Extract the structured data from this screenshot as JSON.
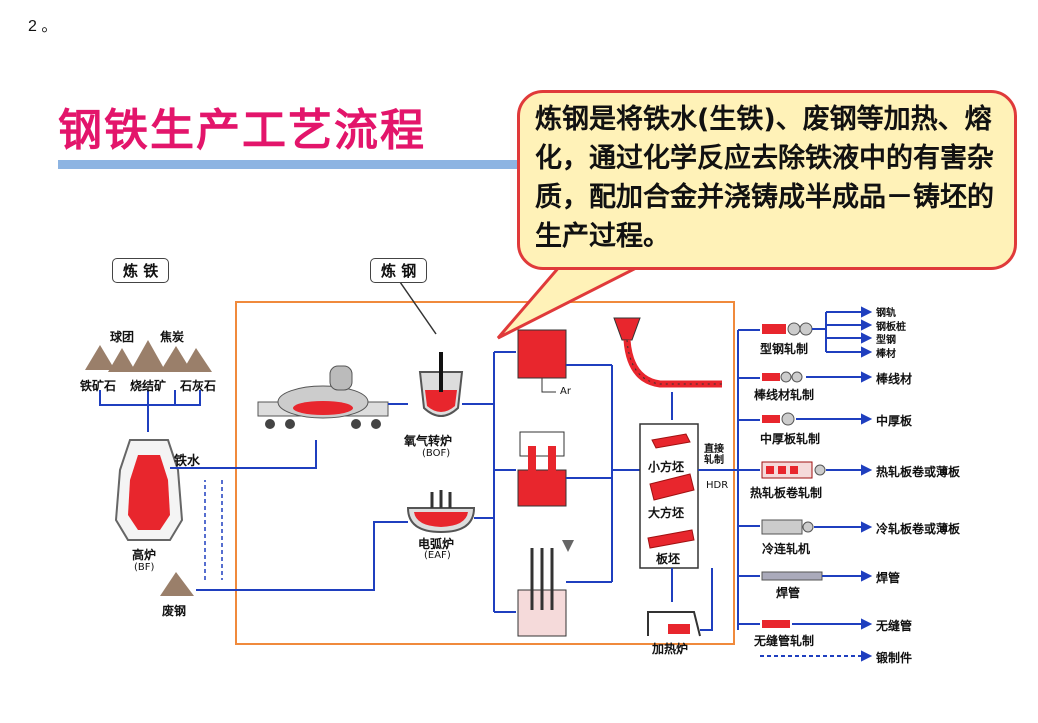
{
  "page_number": "2 。",
  "title": "钢铁生产工艺流程",
  "callout": "炼钢是将铁水(生铁)、废钢等加热、熔化，通过化学反应去除铁液中的有害杂质，配加合金并浇铸成半成品－铸坯的生产过程。",
  "colors": {
    "title": "#e3156b",
    "callout_bg": "#fff2b8",
    "callout_border": "#e03a3a",
    "flow_line": "#1f3fbf",
    "box_border": "#f08a3c",
    "molten": "#e8262d"
  },
  "stages": {
    "ironmaking": "炼 铁",
    "steelmaking": "炼 钢"
  },
  "ironmaking": {
    "pellet": "球团",
    "coke": "焦炭",
    "iron_ore": "铁矿石",
    "sinter": "烧结矿",
    "limestone": "石灰石",
    "blast_furnace": "高炉",
    "blast_furnace_en": "(BF)",
    "hot_metal": "铁水",
    "scrap": "废钢"
  },
  "steelmaking": {
    "bof": "氧气转炉",
    "bof_en": "(BOF)",
    "eaf": "电弧炉",
    "eaf_en": "(EAF)",
    "ar": "Ar"
  },
  "casting": {
    "billet_small": "小方坯",
    "bloom": "大方坯",
    "slab": "板坯",
    "hdr": "直接轧制",
    "hdr_en": "HDR",
    "reheat": "加热炉"
  },
  "rolling": {
    "section": "型钢轧制",
    "wire": "棒线材轧制",
    "plate": "中厚板轧制",
    "hot_strip": "热轧板卷轧制",
    "cold": "冷连轧机",
    "welded": "焊管",
    "seamless": "无缝管轧制"
  },
  "products": {
    "rail": "钢轨",
    "sheet_pile": "钢板桩",
    "section_steel": "型钢",
    "bar": "棒材",
    "wire_rod": "棒线材",
    "plate": "中厚板",
    "hot_coil": "热轧板卷或薄板",
    "cold_coil": "冷轧板卷或薄板",
    "welded_pipe": "焊管",
    "seamless_pipe": "无缝管",
    "forging": "锻制件"
  }
}
